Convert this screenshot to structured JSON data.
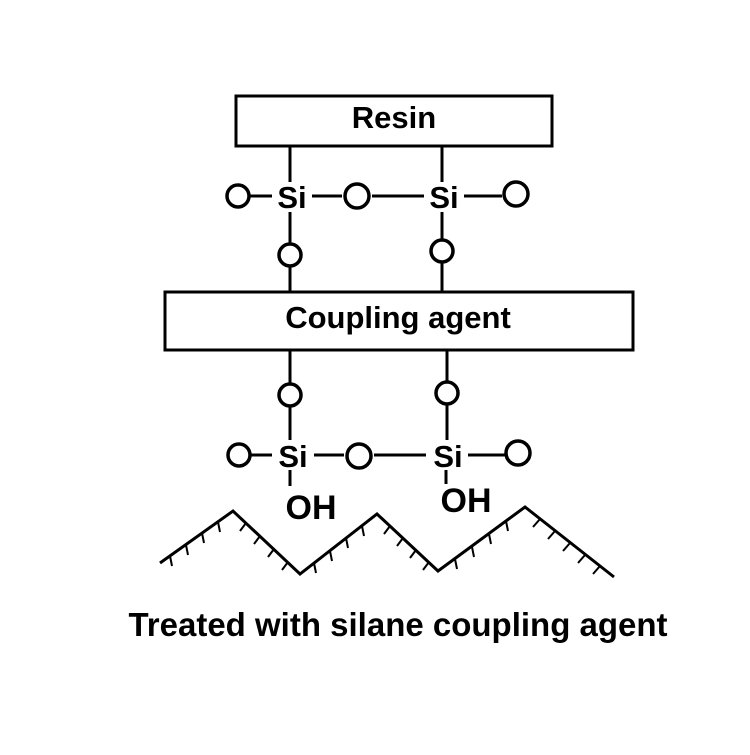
{
  "diagram": {
    "resin_label": "Resin",
    "coupling_label": "Coupling agent",
    "si_label": "Si",
    "oh_label": "OH",
    "caption": "Treated with silane coupling agent"
  }
}
